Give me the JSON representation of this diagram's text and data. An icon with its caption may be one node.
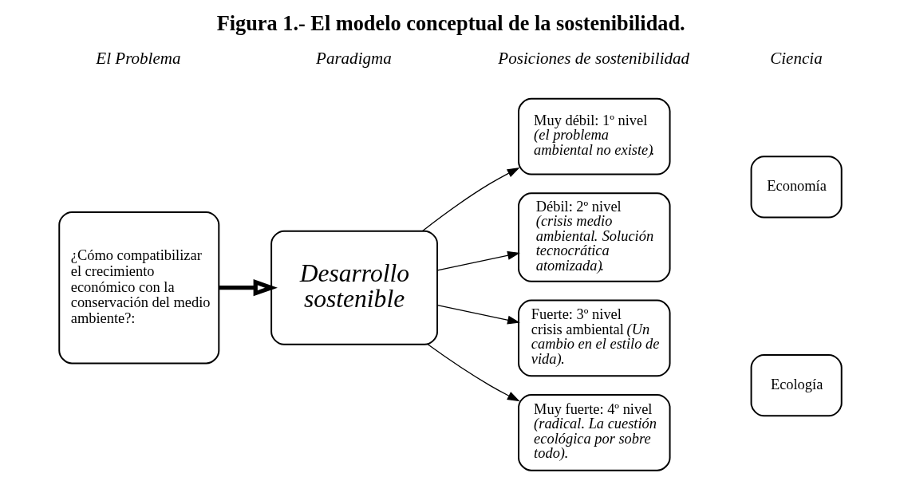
{
  "diagram": {
    "title": "Figura 1.- El modelo conceptual de la sostenibilidad.",
    "nodes": [
      {
        "text": [
          "¿Cómo compatibilizar el crecimiento económico con la conservación del medio ambiente?:"
        ]
      },
      {
        "text": [
          "Desarrollo sostenible"
        ]
      },
      {
        "text": [
          "Muy débil: 1º nivel *(el problema ambiental no existe)*."
        ]
      },
      {
        "text": [
          "Débil: 2º nivel *(crisis medio ambiental*. *Solución tecnocrática atomizada)*."
        ]
      },
      {
        "text": [
          "Fuerte: 3º nivel crisis ambiental *(Un cambio en el estilo de vida)*."
        ]
      },
      {
        "text": [
          "Muy fuerte: 4º nivel *(radical. La cuestión ecológica por sobre todo)*."
        ]
      },
      {
        "text": [
          "Economía"
        ]
      },
      {
        "text": [
          "Ecología"
        ]
      }
    ],
    "edges": [
      {
        "from": 0,
        "to": 1,
        "arrow": "to",
        "style": "thick"
      },
      {
        "from": 1,
        "to": 2,
        "arrow": "to"
      },
      {
        "from": 1,
        "to": 3,
        "arrow": "to"
      },
      {
        "from": 1,
        "to": 4,
        "arrow": "to"
      },
      {
        "from": 1,
        "to": 5,
        "arrow": "to"
      }
    ],
    "labels": [
      "El Problema",
      "Paradigma",
      "Posiciones de sostenibilidad",
      "Ciencia"
    ]
  }
}
